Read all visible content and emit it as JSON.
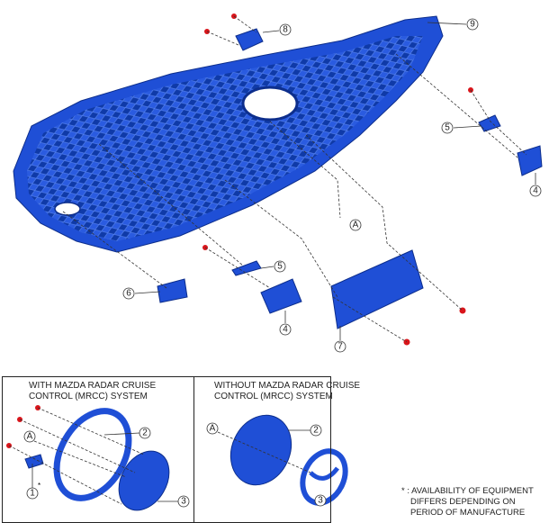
{
  "main_callouts": [
    "8",
    "9",
    "5",
    "4",
    "A",
    "5",
    "6",
    "4",
    "7"
  ],
  "box_with_mrcc": {
    "title_line1": "WITH MAZDA RADAR CRUISE",
    "title_line2": "CONTROL (MRCC) SYSTEM",
    "callouts": [
      "2",
      "A",
      "1",
      "3"
    ],
    "asterisk": "*"
  },
  "box_without_mrcc": {
    "title_line1": "WITHOUT MAZDA RADAR CRUISE",
    "title_line2": "CONTROL (MRCC) SYSTEM",
    "callouts": [
      "A",
      "2",
      "3"
    ]
  },
  "note": {
    "line1": "* : AVAILABILITY OF EQUIPMENT",
    "line2": "DIFFERS DEPENDING ON",
    "line3": "PERIOD OF MANUFACTURE"
  },
  "colors": {
    "part": "#1f4fd6",
    "fastener": "#d9151b"
  }
}
